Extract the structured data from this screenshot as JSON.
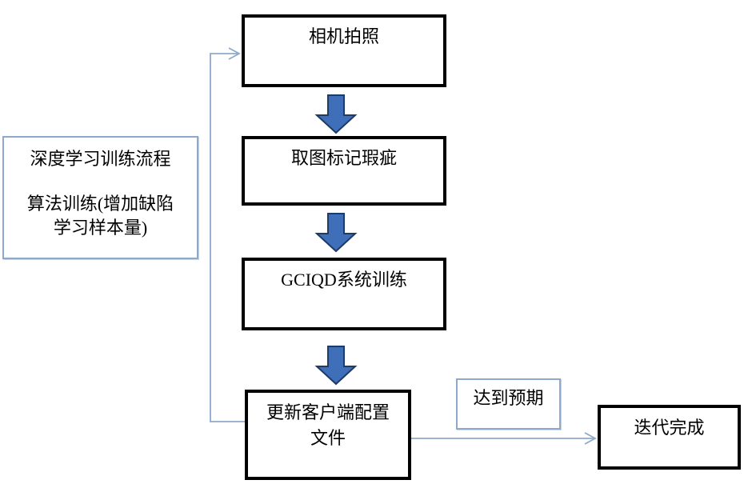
{
  "diagram": {
    "side_note": {
      "title": "深度学习训练流程",
      "body_line1": "算法训练(增加缺陷",
      "body_line2": "学习样本量)"
    },
    "steps": [
      {
        "id": "camera-capture",
        "label": "相机拍照"
      },
      {
        "id": "mark-defects",
        "label": "取图标记瑕疵"
      },
      {
        "id": "gciqd-training",
        "label": "GCIQD系统训练"
      },
      {
        "id": "update-client-config",
        "label_line1": "更新客户端配置",
        "label_line2": "文件"
      }
    ],
    "branch": {
      "condition_label": "达到预期",
      "result_label": "迭代完成"
    },
    "icons": {
      "down_block_arrow": "block-arrow-down-icon",
      "flow_arrowhead": "open-chevron-arrowhead-icon"
    },
    "colors": {
      "background": "#ffffff",
      "process_border": "#000000",
      "note_border": "#8ea9c9",
      "connector": "#8ea9c9",
      "block_arrow_fill": "#3e6fb8",
      "block_arrow_outline": "#1e3a66",
      "text": "#000000"
    }
  }
}
